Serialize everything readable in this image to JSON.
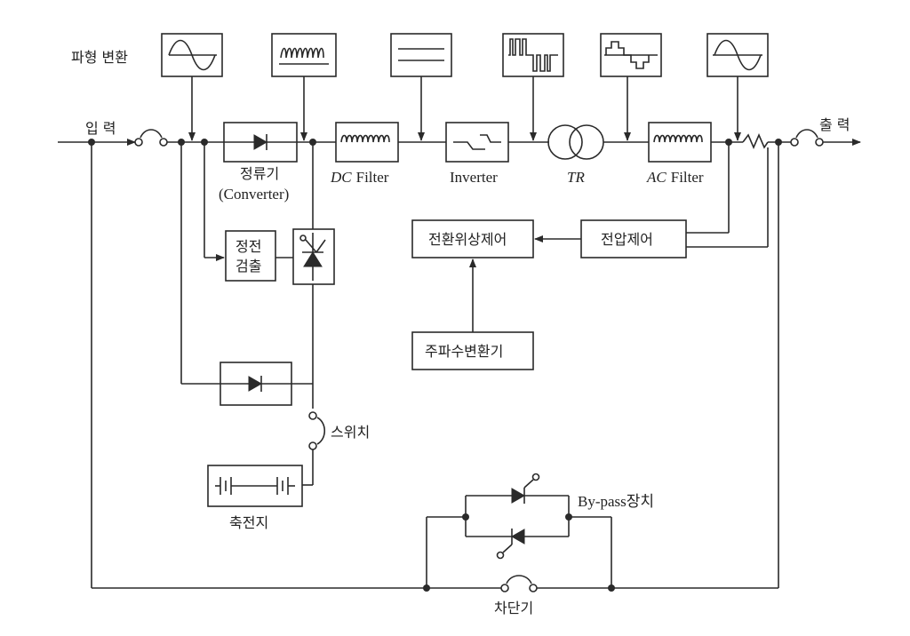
{
  "labels": {
    "waveform_conversion": "파형 변환",
    "input": "입 력",
    "output": "출 력",
    "rectifier": "정류기",
    "converter": "(Converter)",
    "dc_filter_italic": "DC",
    "dc_filter_rest": "Filter",
    "inverter": "Inverter",
    "tr": "TR",
    "ac_filter_italic": "AC",
    "ac_filter_rest": "Filter",
    "switching_phase_control": "전환위상제어",
    "voltage_control": "전압제어",
    "frequency_converter": "주파수변환기",
    "outage_detect_line1": "정전",
    "outage_detect_line2": "검출",
    "switch": "스위치",
    "battery": "축전지",
    "bypass_device": "By-pass장치",
    "breaker": "차단기"
  },
  "colors": {
    "line": "#2a2a2a",
    "background": "#ffffff"
  }
}
